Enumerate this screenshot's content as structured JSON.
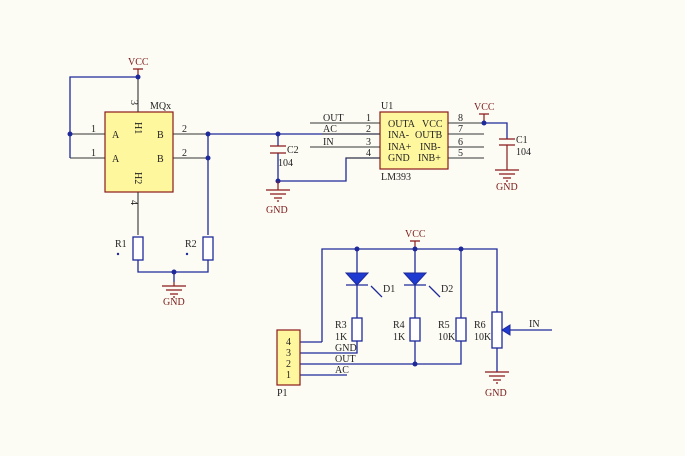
{
  "power": {
    "vcc": "VCC",
    "gnd": "GND"
  },
  "sensor": {
    "ref": "MQx",
    "pin_a": "A",
    "pin_b": "B",
    "pin_h1": "H1",
    "pin_h2": "H2",
    "pins": {
      "a1": "1",
      "a2": "1",
      "b1": "2",
      "b2": "2",
      "h1": "3",
      "h2": "4"
    }
  },
  "comparator": {
    "ref": "U1",
    "part": "LM393",
    "left": [
      {
        "num": "1",
        "name": "OUTA",
        "net": "OUT"
      },
      {
        "num": "2",
        "name": "INA-",
        "net": "AC"
      },
      {
        "num": "3",
        "name": "INA+",
        "net": "IN"
      },
      {
        "num": "4",
        "name": "GND",
        "net": ""
      }
    ],
    "right": [
      {
        "num": "8",
        "name": "VCC"
      },
      {
        "num": "7",
        "name": "OUTB"
      },
      {
        "num": "6",
        "name": "INB-"
      },
      {
        "num": "5",
        "name": "INB+"
      }
    ]
  },
  "capacitors": [
    {
      "ref": "C1",
      "value": "104"
    },
    {
      "ref": "C2",
      "value": "104"
    }
  ],
  "resistors": [
    {
      "ref": "R1",
      "value": ""
    },
    {
      "ref": "R2",
      "value": ""
    },
    {
      "ref": "R3",
      "value": "1K"
    },
    {
      "ref": "R4",
      "value": "1K"
    },
    {
      "ref": "R5",
      "value": "10K"
    },
    {
      "ref": "R6",
      "value": "10K"
    }
  ],
  "leds": [
    {
      "ref": "D1"
    },
    {
      "ref": "D2"
    }
  ],
  "connector": {
    "ref": "P1",
    "pins": [
      "4",
      "3",
      "2",
      "1"
    ],
    "nets": [
      "GND",
      "OUT",
      "AC"
    ]
  },
  "input_net": "IN",
  "colors": {
    "wire": "#1f2a9a",
    "component_fill": "#fff79e",
    "component_border": "#8b1a1a",
    "background": "#fdfcf4"
  }
}
